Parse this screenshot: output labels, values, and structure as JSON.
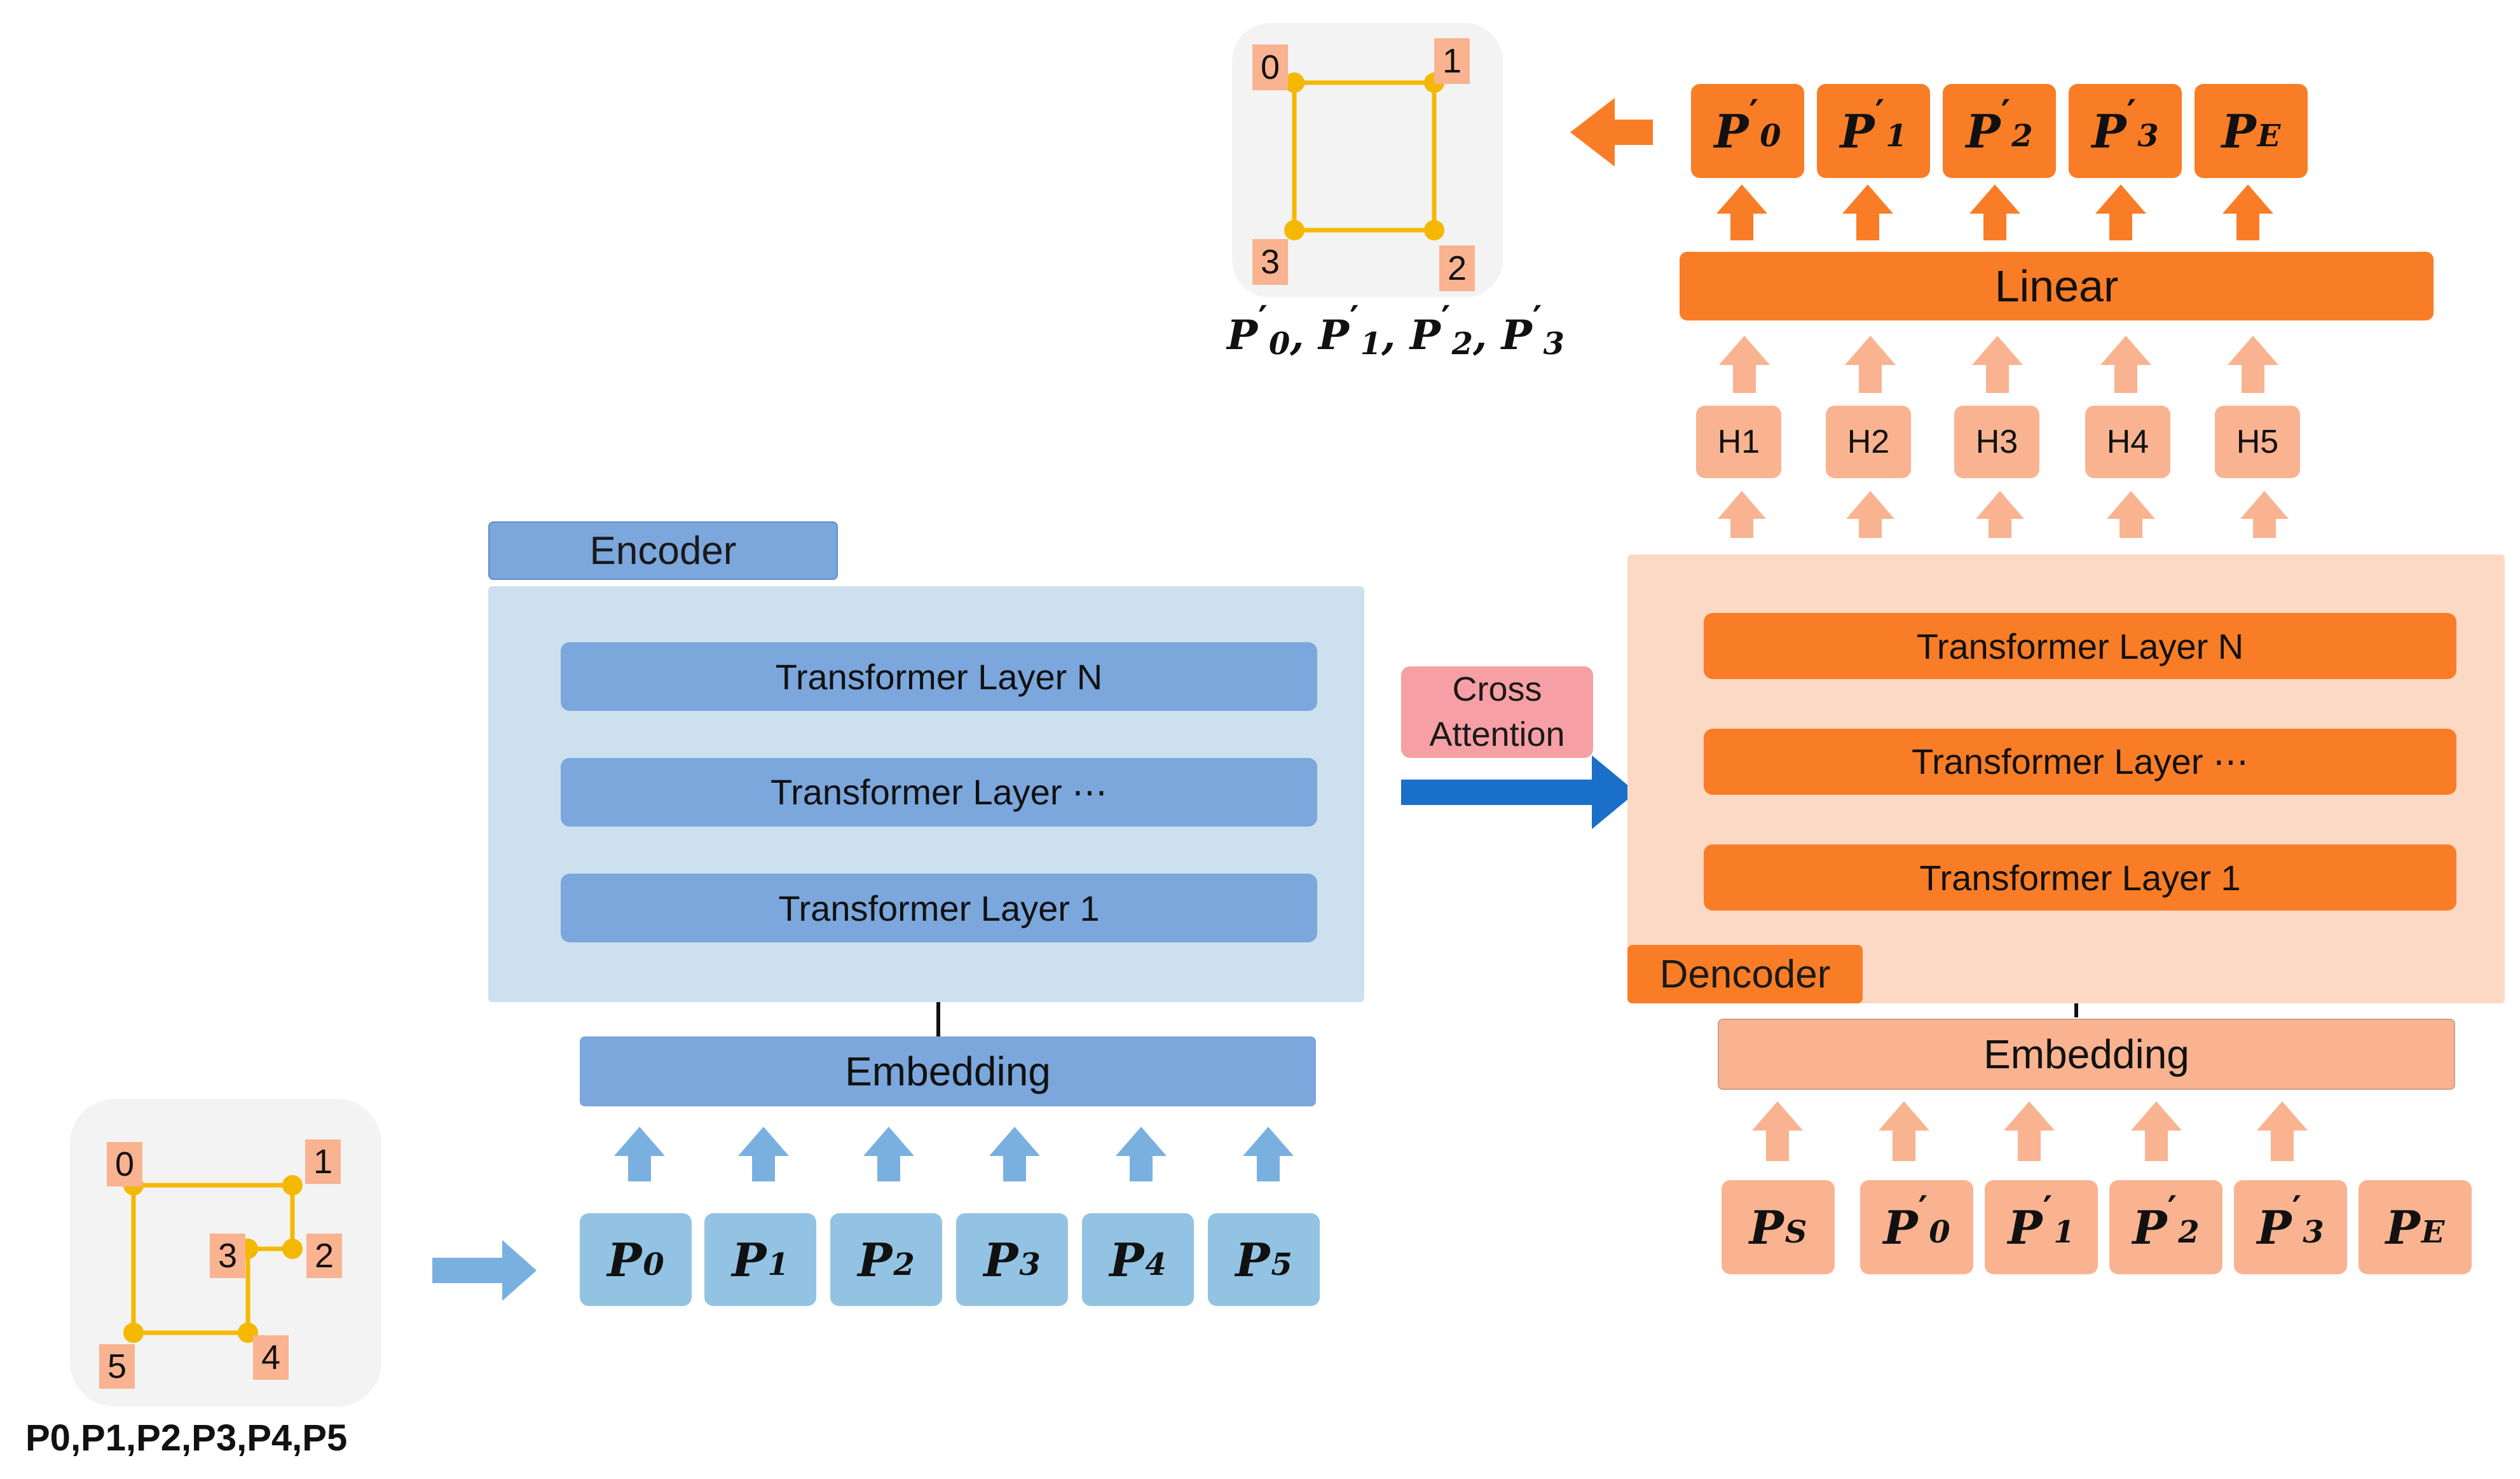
{
  "encoder": {
    "title": "Encoder",
    "layers": [
      "Transformer Layer N",
      "Transformer Layer ⋯",
      "Transformer Layer 1"
    ],
    "embedding": "Embedding",
    "inputs": [
      {
        "base": "P",
        "sub": "0"
      },
      {
        "base": "P",
        "sub": "1"
      },
      {
        "base": "P",
        "sub": "2"
      },
      {
        "base": "P",
        "sub": "3"
      },
      {
        "base": "P",
        "sub": "4"
      },
      {
        "base": "P",
        "sub": "5"
      }
    ],
    "color": "#7ba7dc"
  },
  "decoder": {
    "title": "Dencoder",
    "layers": [
      "Transformer Layer N",
      "Transformer Layer ⋯",
      "Transformer Layer 1"
    ],
    "embedding": "Embedding",
    "inputs": [
      {
        "base": "P",
        "sub": "S",
        "prime": false
      },
      {
        "base": "P",
        "sub": "0",
        "prime": true
      },
      {
        "base": "P",
        "sub": "1",
        "prime": true
      },
      {
        "base": "P",
        "sub": "2",
        "prime": true
      },
      {
        "base": "P",
        "sub": "3",
        "prime": true
      },
      {
        "base": "P",
        "sub": "E",
        "prime": false
      }
    ],
    "hidden": [
      "H1",
      "H2",
      "H3",
      "H4",
      "H5"
    ],
    "linear": "Linear",
    "outputs": [
      {
        "base": "P",
        "sub": "0",
        "prime": true
      },
      {
        "base": "P",
        "sub": "1",
        "prime": true
      },
      {
        "base": "P",
        "sub": "2",
        "prime": true
      },
      {
        "base": "P",
        "sub": "3",
        "prime": true
      },
      {
        "base": "P",
        "sub": "E",
        "prime": false
      }
    ],
    "color": "#f97d26"
  },
  "cross_attention": {
    "line1": "Cross",
    "line2": "Attention"
  },
  "input_graph": {
    "node_labels": [
      "0",
      "1",
      "2",
      "3",
      "4",
      "5"
    ],
    "caption": "P0,P1,P2,P3,P4,P5"
  },
  "output_graph": {
    "node_labels": [
      "0",
      "1",
      "2",
      "3"
    ],
    "caption_terms": [
      {
        "base": "P",
        "sub": "0"
      },
      {
        "base": "P",
        "sub": "1"
      },
      {
        "base": "P",
        "sub": "2"
      },
      {
        "base": "P",
        "sub": "3"
      }
    ]
  },
  "colors": {
    "enc_light": "#cde0ee",
    "enc_arrow": "#7ab0e0",
    "enc_input": "#93c3e3",
    "dec_light": "#fcd9c4",
    "dec_arrow": "#f9b390",
    "cross_attention": "#f6a0a6",
    "cross_arrow": "#1a6fc9",
    "graph_line": "#f5b800"
  }
}
